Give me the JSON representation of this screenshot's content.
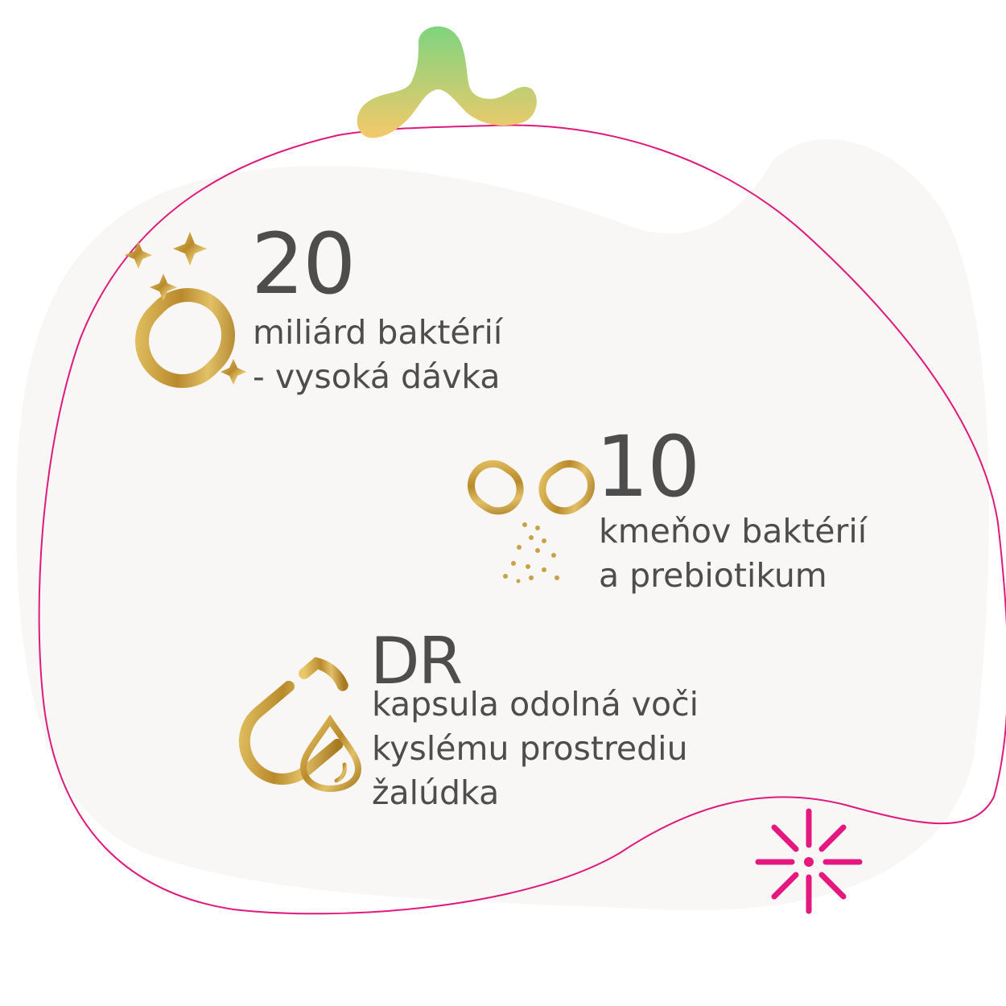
{
  "features": [
    {
      "value": "20",
      "lines": [
        "miliárd baktérií",
        "- vysoká dávka"
      ],
      "icon": "capsule-sparkles-icon"
    },
    {
      "value": "10",
      "lines": [
        "kmeňov baktérií",
        "a prebiotikum"
      ],
      "icon": "capsule-powder-icon"
    },
    {
      "value": "DR",
      "lines": [
        "kapsula odolná voči",
        "kyslému prostrediu",
        "žalúdka"
      ],
      "icon": "capsule-drop-icon"
    }
  ],
  "colors": {
    "gold": "#c9a245",
    "outline_pink": "#e0197d",
    "asterisk_pink": "#e5187f",
    "text": "#4d4d4d",
    "logo_green": "#7fd47f",
    "logo_yellow": "#f4c96a"
  },
  "decor": {
    "logo": "sprout-logo-icon",
    "asterisk": "asterisk-icon"
  }
}
